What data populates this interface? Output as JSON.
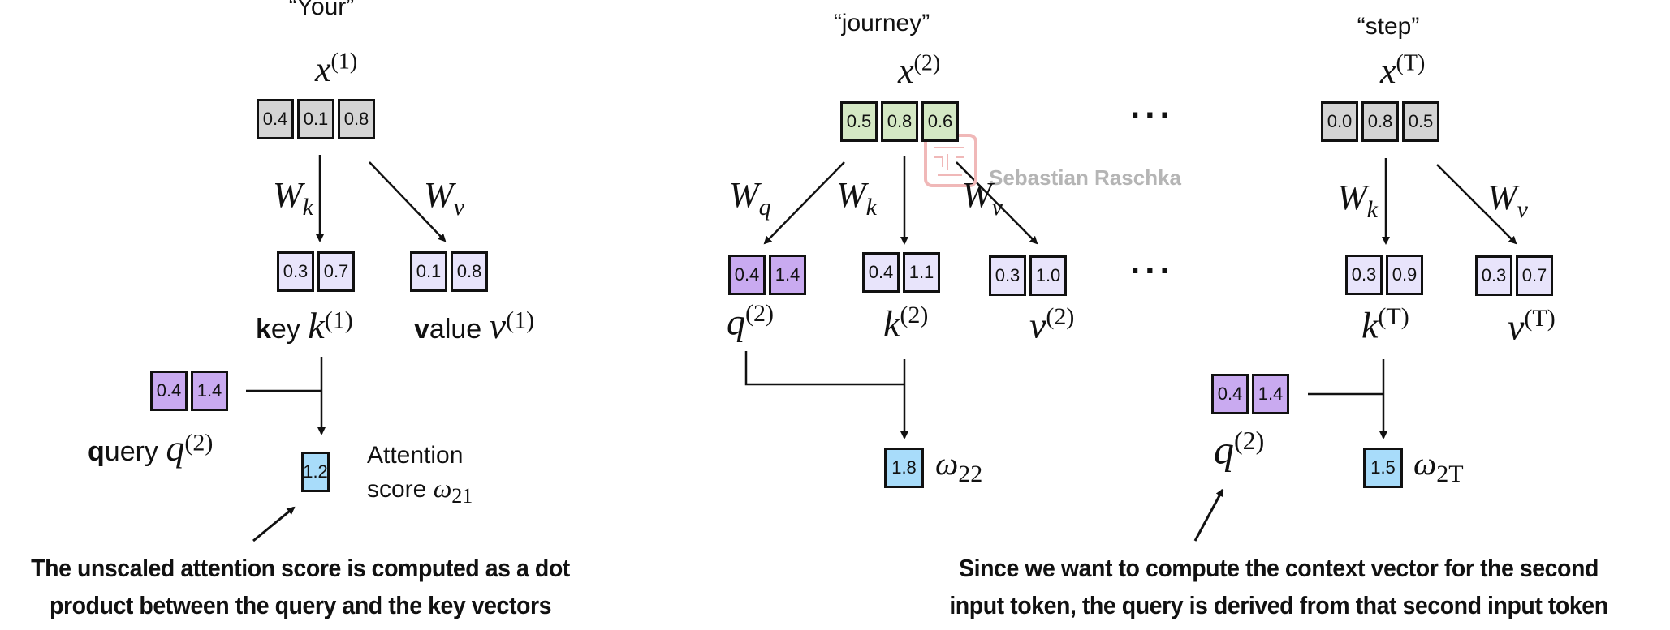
{
  "colors": {
    "input_gray": "#d4d4d4",
    "input_green": "#d4e8c4",
    "key_value_lavender": "#e8e4fb",
    "query_purple": "#c9aaf0",
    "score_blue": "#a8dcfa",
    "watermark": "#b5b5b5",
    "watermark_logo": "#f0b8b8"
  },
  "tokens": [
    {
      "word": "“Your”",
      "x_symbol": "x",
      "x_index": "(1)",
      "x_values": [
        "0.4",
        "0.1",
        "0.8"
      ],
      "weights": [
        {
          "W": "W",
          "sub": "k"
        },
        {
          "W": "W",
          "sub": "v"
        }
      ],
      "key": {
        "values": [
          "0.3",
          "0.7"
        ],
        "label_bold": "k",
        "label_rest": "ey ",
        "symbol": "k",
        "index": "(1)"
      },
      "value": {
        "values": [
          "0.1",
          "0.8"
        ],
        "label_bold": "v",
        "label_rest": "alue ",
        "symbol": "v",
        "index": "(1)"
      },
      "query": {
        "values": [
          "0.4",
          "1.4"
        ],
        "label_bold": "q",
        "label_rest": "uery ",
        "symbol": "q",
        "index": "(2)"
      },
      "score": {
        "value": "1.2",
        "label_line1": "Attention",
        "label_line2": "score ",
        "symbol": "ω",
        "index": "21"
      }
    },
    {
      "word": "“journey”",
      "x_symbol": "x",
      "x_index": "(2)",
      "x_values": [
        "0.5",
        "0.8",
        "0.6"
      ],
      "weights": [
        {
          "W": "W",
          "sub": "q"
        },
        {
          "W": "W",
          "sub": "k"
        },
        {
          "W": "W",
          "sub": "v"
        }
      ],
      "query": {
        "values": [
          "0.4",
          "1.4"
        ],
        "symbol": "q",
        "index": "(2)"
      },
      "key": {
        "values": [
          "0.4",
          "1.1"
        ],
        "symbol": "k",
        "index": "(2)"
      },
      "value": {
        "values": [
          "0.3",
          "1.0"
        ],
        "symbol": "v",
        "index": "(2)"
      },
      "score": {
        "value": "1.8",
        "symbol": "ω",
        "index": "22"
      }
    },
    {
      "word": "“step”",
      "x_symbol": "x",
      "x_index": "(T)",
      "x_values": [
        "0.0",
        "0.8",
        "0.5"
      ],
      "weights": [
        {
          "W": "W",
          "sub": "k"
        },
        {
          "W": "W",
          "sub": "v"
        }
      ],
      "key": {
        "values": [
          "0.3",
          "0.9"
        ],
        "symbol": "k",
        "index": "(T)"
      },
      "value": {
        "values": [
          "0.3",
          "0.7"
        ],
        "symbol": "v",
        "index": "(T)"
      },
      "query": {
        "values": [
          "0.4",
          "1.4"
        ],
        "symbol": "q",
        "index": "(2)"
      },
      "score": {
        "value": "1.5",
        "symbol": "ω",
        "index": "2T"
      }
    }
  ],
  "ellipsis": "...",
  "watermark_text": "Sebastian Raschka",
  "captions": {
    "left": [
      "The unscaled attention score is computed as a dot",
      "product between the query and the key vectors"
    ],
    "right": [
      "Since we want to compute the context vector for the second",
      "input token, the query is derived from that second input token"
    ]
  }
}
